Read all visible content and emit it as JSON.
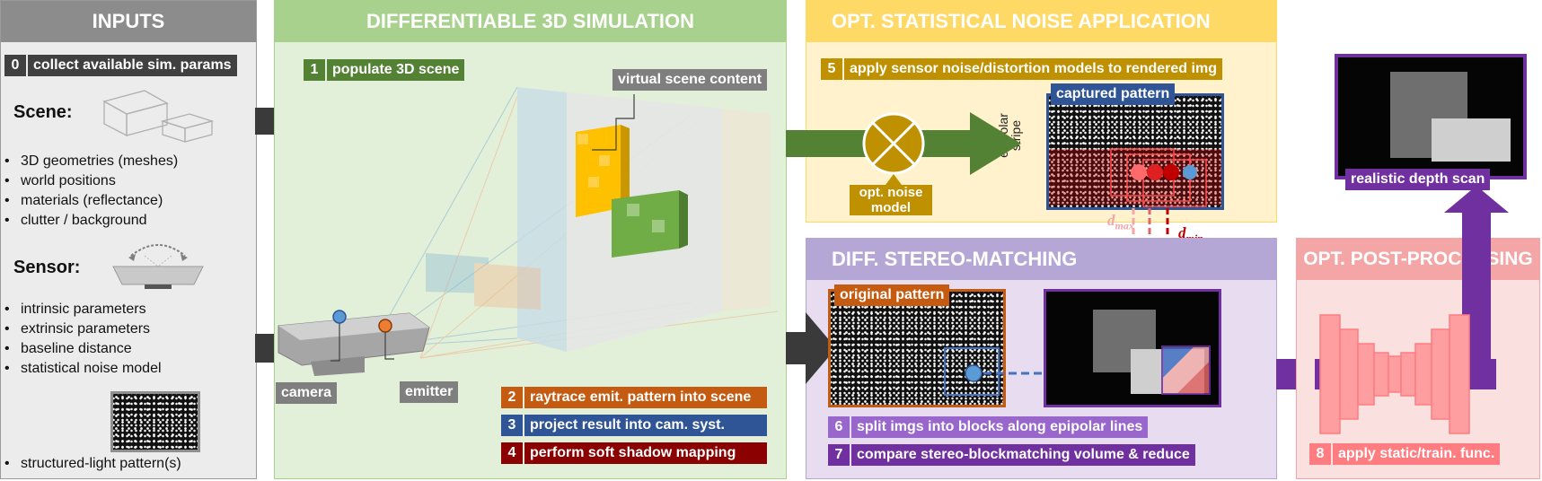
{
  "inputs": {
    "title": "INPUTS",
    "step0": {
      "num": "0",
      "label": "collect available sim. params"
    },
    "scene_title": "Scene:",
    "scene_items": [
      "3D geometries (meshes)",
      "world positions",
      "materials (reflectance)",
      "clutter / background"
    ],
    "sensor_title": "Sensor:",
    "sensor_items": [
      "intrinsic parameters",
      "extrinsic parameters",
      "baseline distance",
      "statistical noise model"
    ],
    "pattern_item": "structured-light pattern(s)"
  },
  "sim": {
    "title": "DIFFERENTIABLE 3D SIMULATION",
    "step1": {
      "num": "1",
      "label": "populate 3D scene"
    },
    "virtual_label": "virtual scene content",
    "camera_label": "camera",
    "emitter_label": "emitter",
    "step2": {
      "num": "2",
      "label": "raytrace emit. pattern into scene"
    },
    "step3": {
      "num": "3",
      "label": "project result into cam. syst."
    },
    "step4": {
      "num": "4",
      "label": "perform soft shadow mapping"
    }
  },
  "noise": {
    "title": "OPT. STATISTICAL NOISE APPLICATION",
    "step5": {
      "num": "5",
      "label": "apply sensor noise/distortion models to rendered img"
    },
    "model_label_1": "opt. noise",
    "model_label_2": "model",
    "captured_label": "captured pattern",
    "epipolar_1": "epipolar",
    "epipolar_2": "stripe",
    "dmax": "d",
    "dmax_sub": "max",
    "dmin": "d",
    "dmin_sub": "min"
  },
  "stereo": {
    "title": "DIFF. STEREO-MATCHING",
    "original_label": "original pattern",
    "step6": {
      "num": "6",
      "label": "split imgs into blocks along epipolar lines"
    },
    "step7": {
      "num": "7",
      "label": "compare stereo-blockmatching volume & reduce"
    }
  },
  "post": {
    "title": "OPT. POST-PROCESSING",
    "step8": {
      "num": "8",
      "label": "apply static/train. func."
    },
    "depth_label": "realistic depth scan"
  },
  "colors": {
    "inputs_header": "#8c8c8c",
    "sim_header": "#a9d18e",
    "noise_header": "#ffd966",
    "stereo_header": "#b4a7d6",
    "post_header": "#f4a6a6",
    "green_step": "#548235",
    "orange_step": "#c55a11",
    "blue_step": "#2f5597",
    "red_step": "#8b0000",
    "gold_step": "#bf9000",
    "purple_step": "#7030a0",
    "light_purple_step": "#9966cc",
    "salmon_step": "#ff7c80"
  }
}
